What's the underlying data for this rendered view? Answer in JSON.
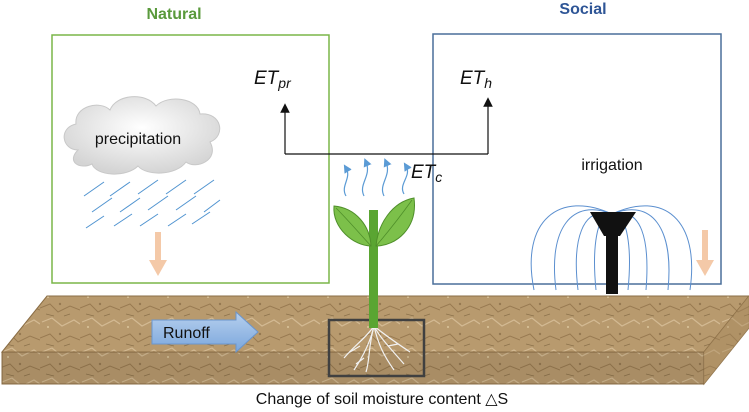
{
  "labels": {
    "natural": "Natural",
    "social": "Social",
    "precipitation": "precipitation",
    "irrigation": "irrigation",
    "et_pr_base": "ET",
    "et_pr_sub": "pr",
    "et_h_base": "ET",
    "et_h_sub": "h",
    "et_c_base": "ET",
    "et_c_sub": "c",
    "runoff": "Runoff",
    "caption": "Change of soil moisture content △S"
  },
  "colors": {
    "natural_green": "#5a9a3c",
    "social_blue": "#2e5596",
    "box_green": "#7ab648",
    "box_blue": "#4a6f9a",
    "rain_blue": "#4f93d0",
    "spray_blue": "#5b8fcf",
    "down_arrow": "#f4c9a8",
    "runoff_arrow": "#8db4e2",
    "soil": "#b89a6e",
    "soil_dark": "#8a6d45",
    "stem_green": "#5aa532",
    "leaf_green": "#7cc04a",
    "root_frame": "#404040",
    "sprinkler": "#111111"
  },
  "icons": {
    "cloud": "cloud-icon",
    "sprinkler": "sprinkler-icon",
    "plant": "plant-icon"
  }
}
